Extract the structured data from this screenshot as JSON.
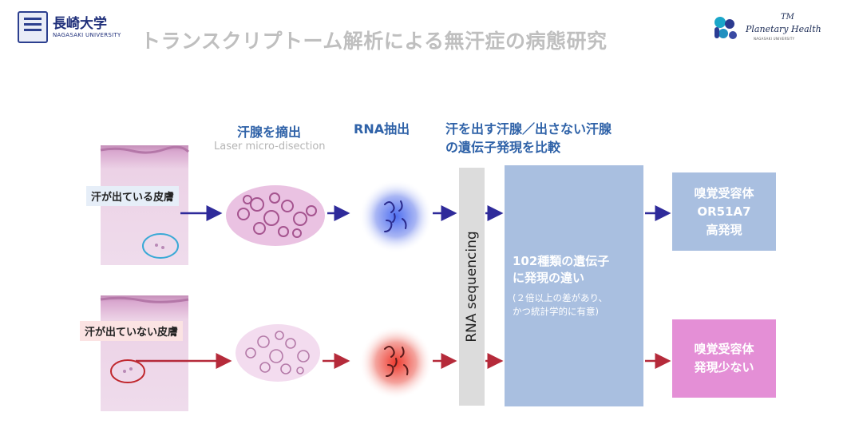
{
  "header": {
    "logo_left_jp": "長崎大学",
    "logo_left_en": "NAGASAKI UNIVERSITY",
    "title": "トランスクリプトーム解析による無汗症の病態研究",
    "logo_right_text": "Planetary Health",
    "logo_right_tm": "TM",
    "logo_right_sub": "NAGASAKI UNIVERSITY"
  },
  "steps": {
    "step1": "汗腺を摘出",
    "step1_sub": "Laser micro-disection",
    "step2": "RNA抽出",
    "step3_line1": "汗を出す汗腺／出さない汗腺",
    "step3_line2": "の遺伝子発現を比較"
  },
  "samples": {
    "sweating": "汗が出ている皮膚",
    "non_sweating": "汗が出ていない皮膚"
  },
  "sequencing_label": "RNA sequencing",
  "result": {
    "line1": "102種類の遺伝子",
    "line2": "に発現の違い",
    "note_line1": "(２倍以上の差があり、",
    "note_line2": "かつ統計学的に有意)"
  },
  "outputs": {
    "high_line1": "嗅覚受容体",
    "high_line2": "OR51A7",
    "high_line3": "高発現",
    "low_line1": "嗅覚受容体",
    "low_line2": "発現少ない"
  },
  "colors": {
    "upper_arrow": "#2e2a9a",
    "lower_arrow": "#b52a3a",
    "upper_circle": "#3aa9d6",
    "lower_circle": "#c0272d",
    "header_blue": "#2f62a8",
    "result_box": "#a9bfe0",
    "high_box": "#a9bfe0",
    "low_box": "#e48fd6",
    "sweating_label_bg": "#e6eef8",
    "non_sweating_label_bg": "#fbe3e3"
  }
}
